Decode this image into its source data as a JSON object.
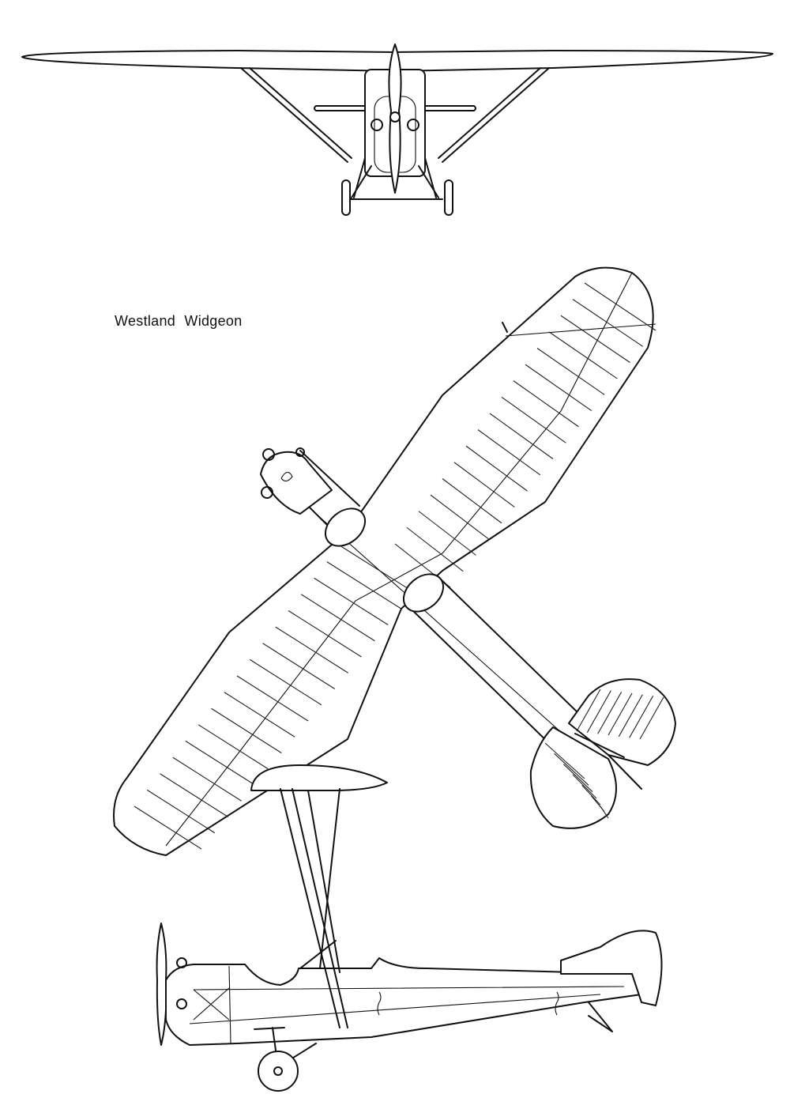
{
  "caption": {
    "title": "Westland Widgeon"
  },
  "views": [
    "front-view",
    "plan-view",
    "side-view"
  ],
  "colors": {
    "ink": "#111111",
    "paper": "#ffffff"
  }
}
